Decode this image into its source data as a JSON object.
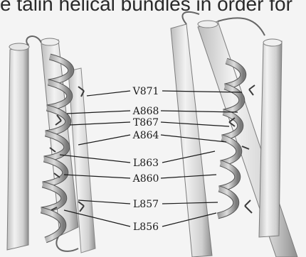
{
  "figure": {
    "header_fragment": "e talin helical bundles in order for",
    "residue_labels": [
      "V871",
      "A868",
      "T867",
      "A864",
      "L863",
      "A860",
      "L857",
      "L856"
    ]
  }
}
